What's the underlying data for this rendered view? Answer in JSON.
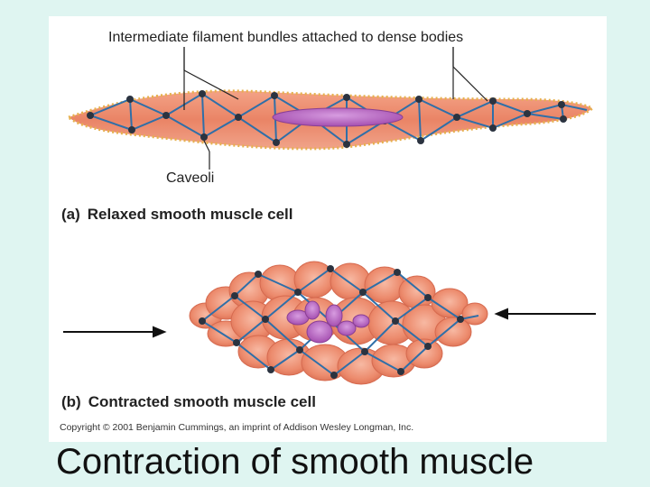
{
  "figure": {
    "top_label": "Intermediate filament bundles attached to dense bodies",
    "caveoli_label": "Caveoli",
    "panel_a": {
      "letter": "(a)",
      "caption": "Relaxed smooth muscle cell"
    },
    "panel_b": {
      "letter": "(b)",
      "caption": "Contracted smooth muscle cell"
    },
    "copyright": "Copyright © 2001 Benjamin Cummings, an imprint of Addison Wesley Longman, Inc.",
    "colors": {
      "cell_fill": "#ee8f72",
      "cell_highlight": "#f6b59f",
      "cell_edge": "#e0a84c",
      "filament": "#2f6fa8",
      "dense_body": "#2b3340",
      "nucleus": "#b05db8",
      "arrow": "#111111"
    }
  },
  "slide": {
    "title": "Contraction of smooth muscle"
  }
}
